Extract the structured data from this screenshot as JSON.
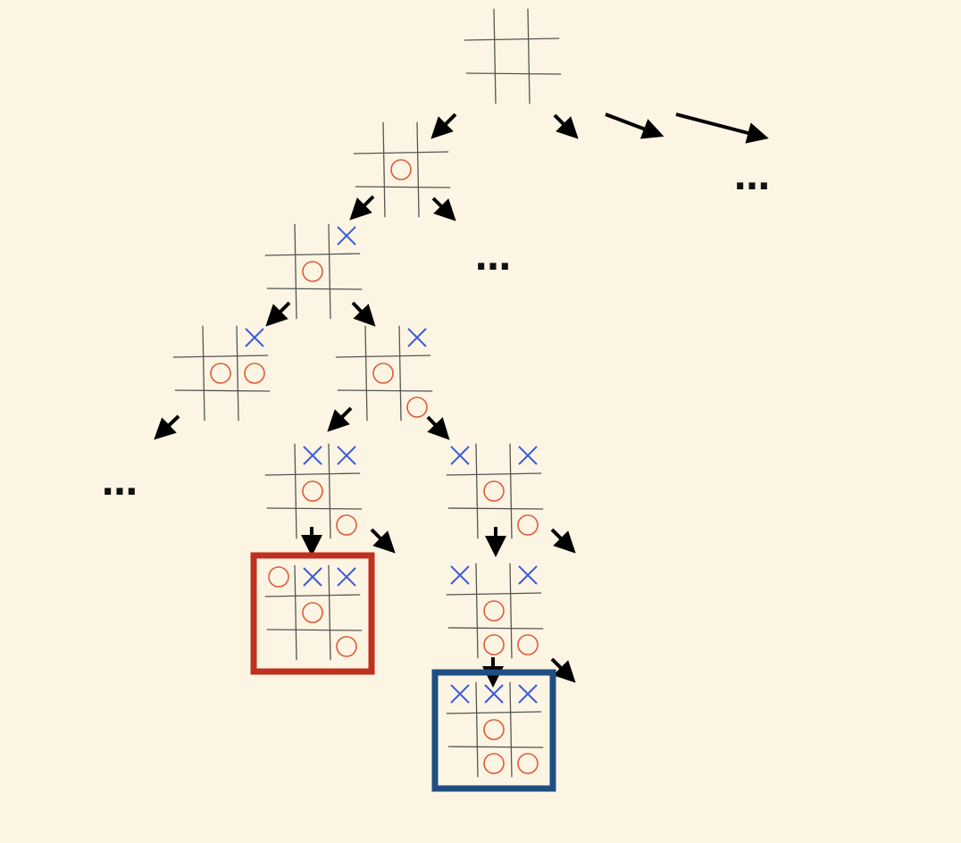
{
  "colors": {
    "background": "#fdf5e3",
    "grid_line": "#555555",
    "x_mark": "#3b5bdb",
    "o_mark": "#e05a3a",
    "arrow": "#000000",
    "highlight_o_win": "#c0301f",
    "highlight_x_win": "#1f4e82"
  },
  "boards": [
    {
      "id": "root",
      "cells": [
        "",
        "",
        "",
        "",
        "",
        "",
        "",
        "",
        ""
      ]
    },
    {
      "id": "b1",
      "cells": [
        "",
        "",
        "",
        "",
        "O",
        "",
        "",
        "",
        ""
      ]
    },
    {
      "id": "b2",
      "cells": [
        "",
        "",
        "X",
        "",
        "O",
        "",
        "",
        "",
        ""
      ]
    },
    {
      "id": "b3-left",
      "cells": [
        "",
        "",
        "X",
        "",
        "O",
        "O",
        "",
        "",
        ""
      ]
    },
    {
      "id": "b3-right",
      "cells": [
        "",
        "",
        "X",
        "",
        "O",
        "",
        "",
        "",
        "O"
      ]
    },
    {
      "id": "b4-left",
      "cells": [
        "",
        "X",
        "X",
        "",
        "O",
        "",
        "",
        "",
        "O"
      ]
    },
    {
      "id": "b4-right",
      "cells": [
        "X",
        "",
        "X",
        "",
        "O",
        "",
        "",
        "",
        "O"
      ]
    },
    {
      "id": "b5-left",
      "cells": [
        "O",
        "X",
        "X",
        "",
        "O",
        "",
        "",
        "",
        "O"
      ],
      "highlight": "o_win"
    },
    {
      "id": "b5-right",
      "cells": [
        "X",
        "",
        "X",
        "",
        "O",
        "",
        "",
        "O",
        "O"
      ]
    },
    {
      "id": "b6",
      "cells": [
        "X",
        "X",
        "X",
        "",
        "O",
        "",
        "",
        "O",
        "O"
      ],
      "highlight": "x_win"
    }
  ],
  "ellipses": [
    {
      "id": "top-right",
      "text": "…"
    },
    {
      "id": "mid",
      "text": "…"
    },
    {
      "id": "left",
      "text": "…"
    }
  ]
}
